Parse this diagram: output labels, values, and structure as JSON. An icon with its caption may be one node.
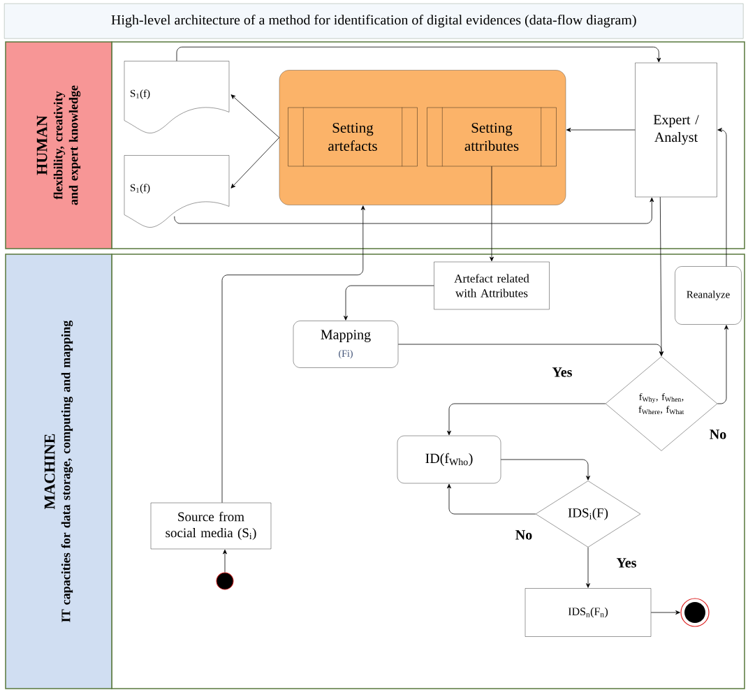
{
  "diagram": {
    "title": "High-level architecture of a method for identification of digital evidences (data-flow diagram)",
    "nodes": [
      {
        "text": [
          "HUMAN",
          "flexibility, creativity and expert knowledge"
        ]
      },
      {
        "text": [
          "MACHINE",
          "IT capacities for data storage, computing and mapping"
        ]
      },
      {
        "text": [
          "S$_{1}$(f)"
        ]
      },
      {
        "text": [
          "S$_{1}$(f)"
        ]
      },
      {
        "text": [],
        "shape": "box"
      },
      {
        "text": [
          "Setting artefacts"
        ],
        "in": 4
      },
      {
        "text": [
          "Setting attributes"
        ],
        "in": 4
      },
      {
        "text": [
          "Expert / Analyst"
        ]
      },
      {
        "text": [
          "Artefact related with Attributes"
        ]
      },
      {
        "text": [
          "Mapping",
          "(Fi)"
        ]
      },
      {
        "text": [
          "Reanalyze"
        ]
      },
      {
        "text": [
          "f$_{Why}$, f$_{When}$, f$_{Where}$, f$_{What}$"
        ]
      },
      {
        "text": [
          "ID(f$_{Who}$)"
        ]
      },
      {
        "text": [
          "IDS$_{i}$(F)"
        ]
      },
      {
        "text": [
          "Source from social media (S$_{i}$)"
        ]
      },
      {
        "text": [
          "IDS$_{n}$(F$_{n}$)"
        ]
      },
      {
        "text": [],
        "shape": "circle"
      },
      {
        "text": [],
        "shape": "circle"
      }
    ],
    "edges": [
      {
        "from": 2,
        "to": 7,
        "arrow": "to"
      },
      {
        "from": 4,
        "to": 2,
        "arrow": "to"
      },
      {
        "from": 4,
        "to": 3,
        "arrow": "to"
      },
      {
        "from": 3,
        "to": 7,
        "arrow": "to"
      },
      {
        "from": 7,
        "to": 4,
        "arrow": "to"
      },
      {
        "from": 6,
        "to": 8,
        "arrow": "to"
      },
      {
        "from": 8,
        "to": 9,
        "arrow": "to"
      },
      {
        "from": 9,
        "to": 11,
        "arrow": "to"
      },
      {
        "from": 7,
        "to": 11,
        "arrow": "to"
      },
      {
        "from": 11,
        "to": 10,
        "arrow": "to",
        "label": "No"
      },
      {
        "from": 10,
        "to": 7,
        "arrow": "to"
      },
      {
        "from": 11,
        "to": 12,
        "arrow": "to",
        "label": "Yes"
      },
      {
        "from": 12,
        "to": 13,
        "arrow": "to"
      },
      {
        "from": 13,
        "to": 12,
        "arrow": "to",
        "label": "No"
      },
      {
        "from": 13,
        "to": 15,
        "arrow": "to",
        "label": "Yes"
      },
      {
        "from": 15,
        "to": 17,
        "arrow": "to"
      },
      {
        "from": 16,
        "to": 14,
        "arrow": "to"
      },
      {
        "from": 14,
        "to": 4,
        "arrow": "to"
      }
    ]
  }
}
